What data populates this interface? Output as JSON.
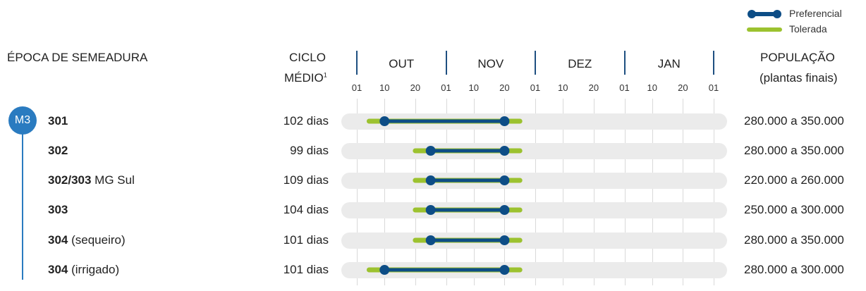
{
  "legend": {
    "preferred": "Preferencial",
    "tolerated": "Tolerada"
  },
  "headers": {
    "epoch": "ÉPOCA DE SEMEADURA",
    "cycle_line1": "CICLO",
    "cycle_line2": "MÉDIO",
    "cycle_footnote": "1",
    "pop_line1": "POPULAÇÃO",
    "pop_line2": "(plantas finais)"
  },
  "group_badge": "M3",
  "colors": {
    "preferred": "#0d4d86",
    "tolerated": "#9cc22f",
    "track": "#ebebeb",
    "badge": "#2a7bc0"
  },
  "chart_data": {
    "type": "range",
    "months": [
      "OUT",
      "NOV",
      "DEZ",
      "JAN"
    ],
    "tick_labels": [
      "01",
      "10",
      "20",
      "01",
      "10",
      "20",
      "01",
      "10",
      "20",
      "01",
      "10",
      "20",
      "01"
    ],
    "rows": [
      {
        "name_bold": "301",
        "name_rest": "",
        "cycle": "102 dias",
        "population": "280.000 a 350.000",
        "preferred": [
          "10/10",
          "20/11"
        ],
        "tolerated": [
          "05/10",
          "25/11"
        ]
      },
      {
        "name_bold": "302",
        "name_rest": "",
        "cycle": "99 dias",
        "population": "280.000 a 350.000",
        "preferred": [
          "25/10",
          "20/11"
        ],
        "tolerated": [
          "20/10",
          "25/11"
        ]
      },
      {
        "name_bold": "302/303",
        "name_rest": " MG Sul",
        "cycle": "109 dias",
        "population": "220.000 a 260.000",
        "preferred": [
          "25/10",
          "20/11"
        ],
        "tolerated": [
          "20/10",
          "25/11"
        ]
      },
      {
        "name_bold": "303",
        "name_rest": "",
        "cycle": "104 dias",
        "population": "250.000 a 300.000",
        "preferred": [
          "25/10",
          "20/11"
        ],
        "tolerated": [
          "20/10",
          "25/11"
        ]
      },
      {
        "name_bold": "304",
        "name_rest": " (sequeiro)",
        "cycle": "101 dias",
        "population": "280.000 a 350.000",
        "preferred": [
          "25/10",
          "20/11"
        ],
        "tolerated": [
          "20/10",
          "25/11"
        ]
      },
      {
        "name_bold": "304",
        "name_rest": " (irrigado)",
        "cycle": "101 dias",
        "population": "280.000 a 300.000",
        "preferred": [
          "10/10",
          "20/11"
        ],
        "tolerated": [
          "05/10",
          "25/11"
        ]
      }
    ]
  }
}
